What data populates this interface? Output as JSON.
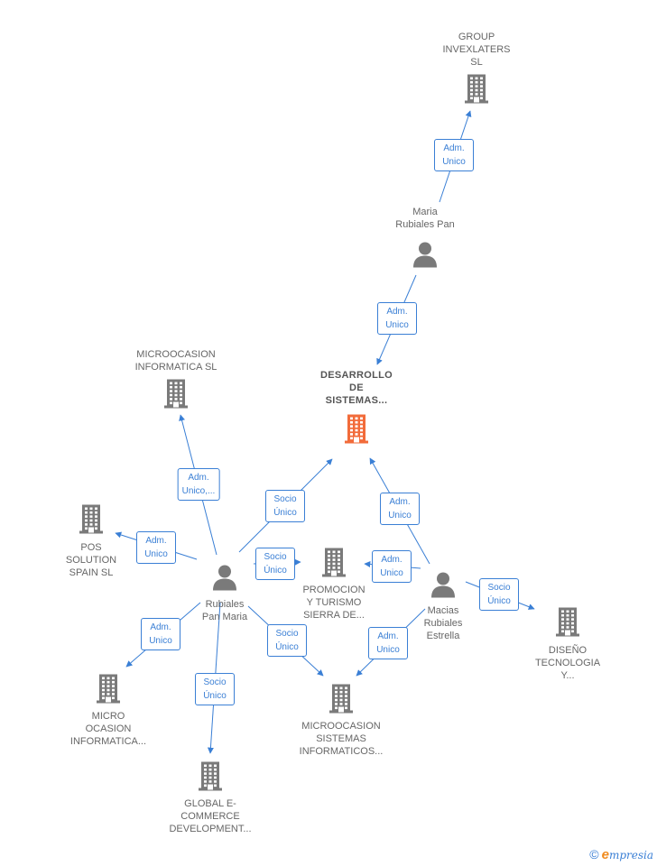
{
  "colors": {
    "edge": "#3a7fd5",
    "node_gray": "#7a7a7a",
    "node_focus": "#f26b3a"
  },
  "nodes": [
    {
      "id": "group_invexlaters",
      "type": "company",
      "label": "GROUP\nINVEXLATERS\nSL"
    },
    {
      "id": "maria_rubiales",
      "type": "person",
      "label": "Maria\nRubiales Pan"
    },
    {
      "id": "desarrollo",
      "type": "company",
      "focus": true,
      "label": "DESARROLLO\nDE\nSISTEMAS..."
    },
    {
      "id": "microocasion_informatica",
      "type": "company",
      "label": "MICROOCASION\nINFORMATICA SL"
    },
    {
      "id": "pos_solution",
      "type": "company",
      "label": "POS\nSOLUTION\nSPAIN  SL"
    },
    {
      "id": "rubiales_pan_maria",
      "type": "person",
      "label": "Rubiales\nPan Maria"
    },
    {
      "id": "promocion",
      "type": "company",
      "label": "PROMOCION\nY TURISMO\nSIERRA DE..."
    },
    {
      "id": "macias",
      "type": "person",
      "label": "Macias\nRubiales\nEstrella"
    },
    {
      "id": "diseno",
      "type": "company",
      "label": "DISEÑO\nTECNOLOGIA\nY..."
    },
    {
      "id": "micro_ocasion",
      "type": "company",
      "label": "MICRO\nOCASION\nINFORMATICA..."
    },
    {
      "id": "microocasion_sistemas",
      "type": "company",
      "label": "MICROOCASION\nSISTEMAS\nINFORMATICOS..."
    },
    {
      "id": "global_ecommerce",
      "type": "company",
      "label": "GLOBAL E-\nCOMMERCE\nDEVELOPMENT..."
    }
  ],
  "edges": [
    {
      "from": "maria_rubiales",
      "to": "group_invexlaters",
      "label": "Adm.\nUnico"
    },
    {
      "from": "maria_rubiales",
      "to": "desarrollo",
      "label": "Adm.\nUnico"
    },
    {
      "from": "rubiales_pan_maria",
      "to": "microocasion_informatica",
      "label": "Adm.\nUnico,..."
    },
    {
      "from": "rubiales_pan_maria",
      "to": "pos_solution",
      "label": "Adm.\nUnico"
    },
    {
      "from": "rubiales_pan_maria",
      "to": "desarrollo",
      "label": "Socio\nÚnico"
    },
    {
      "from": "rubiales_pan_maria",
      "to": "promocion",
      "label": "Socio\nÚnico"
    },
    {
      "from": "rubiales_pan_maria",
      "to": "micro_ocasion",
      "label": "Adm.\nUnico"
    },
    {
      "from": "rubiales_pan_maria",
      "to": "microocasion_sistemas",
      "label": "Socio\nÚnico"
    },
    {
      "from": "rubiales_pan_maria",
      "to": "global_ecommerce",
      "label": "Socio\nÚnico"
    },
    {
      "from": "macias",
      "to": "desarrollo",
      "label": "Adm.\nUnico"
    },
    {
      "from": "macias",
      "to": "promocion",
      "label": "Adm.\nUnico"
    },
    {
      "from": "macias",
      "to": "diseno",
      "label": "Socio\nÚnico"
    },
    {
      "from": "macias",
      "to": "microocasion_sistemas",
      "label": "Adm.\nUnico"
    }
  ],
  "footer": {
    "copyright": "©",
    "brand_initial": "e",
    "brand_rest": "mpresia"
  }
}
